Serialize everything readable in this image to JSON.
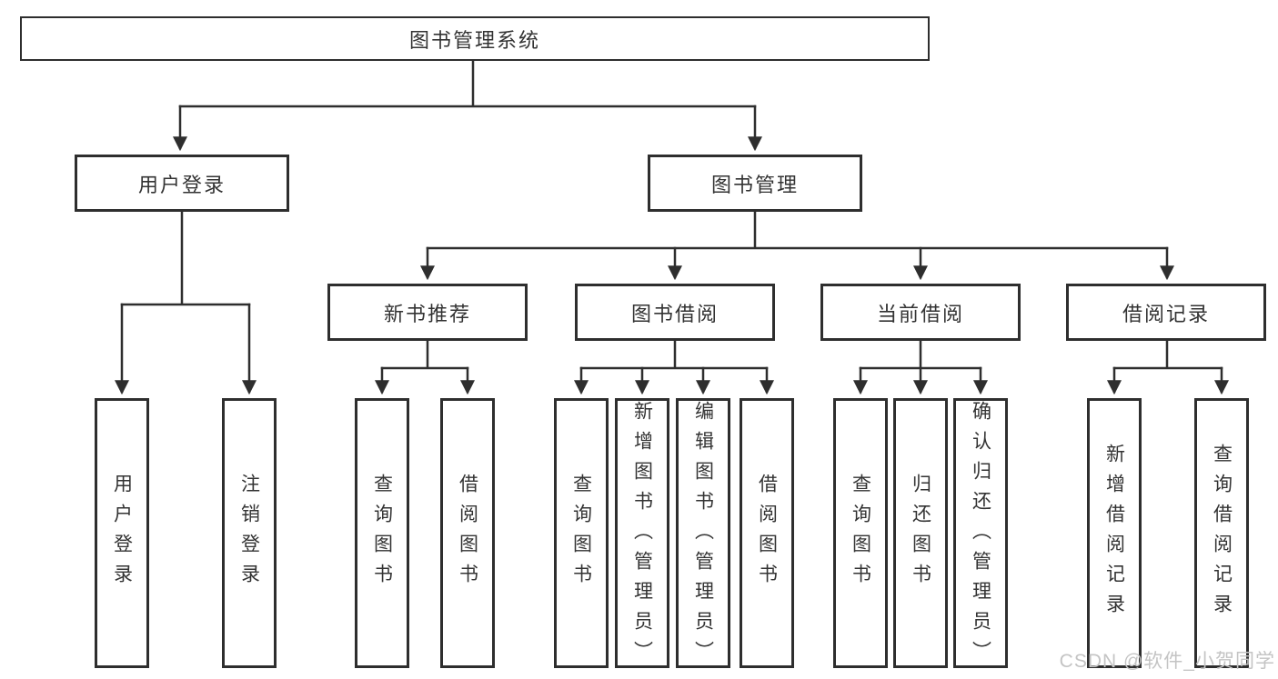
{
  "title": "图书管理系统",
  "watermark": "CSDN @软件_小贺同学",
  "colors": {
    "line": "#2e2e2e",
    "box_border": "#2e2e2e",
    "box_background": "#ffffff",
    "text": "#333333",
    "watermark": "#c4c4c4",
    "page_background": "#ffffff"
  },
  "tree": {
    "label": "图书管理系统",
    "children": [
      {
        "label": "用户登录",
        "children": [
          {
            "label": "用户登录"
          },
          {
            "label": "注销登录"
          }
        ]
      },
      {
        "label": "图书管理",
        "children": [
          {
            "label": "新书推荐",
            "children": [
              {
                "label": "查询图书"
              },
              {
                "label": "借阅图书"
              }
            ]
          },
          {
            "label": "图书借阅",
            "children": [
              {
                "label": "查询图书"
              },
              {
                "label": "新增图书（管理员）"
              },
              {
                "label": "编辑图书（管理员）"
              },
              {
                "label": "借阅图书"
              }
            ]
          },
          {
            "label": "当前借阅",
            "children": [
              {
                "label": "查询图书"
              },
              {
                "label": "归还图书"
              },
              {
                "label": "确认归还（管理员）"
              }
            ]
          },
          {
            "label": "借阅记录",
            "children": [
              {
                "label": "新增借阅记录"
              },
              {
                "label": "查询借阅记录"
              }
            ]
          }
        ]
      }
    ]
  }
}
